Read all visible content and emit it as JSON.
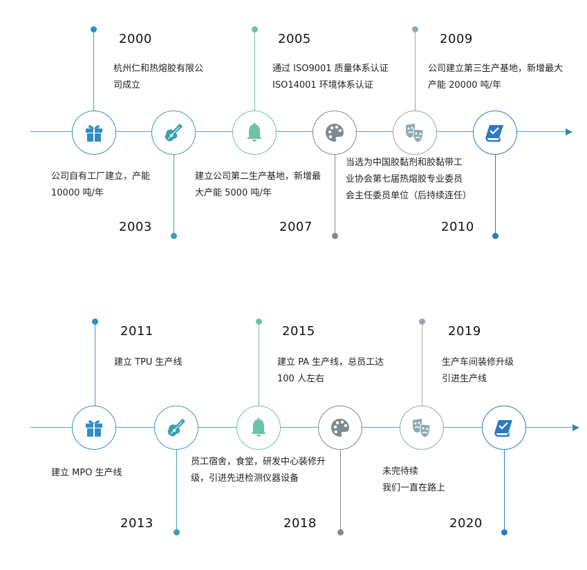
{
  "colors": {
    "teal": "#3aa0b3",
    "blue": "#2f8fc2",
    "mint": "#6cc4a4",
    "gray": "#7d8a92",
    "steel": "#8fa9b5",
    "royal": "#2a7bc2"
  },
  "timeline_1": {
    "events": [
      {
        "year": "2000",
        "desc": [
          "杭州仁和热熔胶有限公",
          "司成立"
        ],
        "icon": "gift-icon"
      },
      {
        "year": "2003",
        "desc": [
          "公司自有工厂建立，产能",
          "10000 吨/年"
        ],
        "icon": "guitar-icon"
      },
      {
        "year": "2005",
        "desc": [
          "通过 ISO9001 质量体系认证",
          "ISO14001 环境体系认证"
        ],
        "icon": "bell-icon"
      },
      {
        "year": "2007",
        "desc": [
          "建立公司第二生产基地，新增最",
          "大产能 5000 吨/年"
        ],
        "icon": "palette-icon"
      },
      {
        "year": "2009",
        "desc": [
          "公司建立第三生产基地，新增最大",
          "产能 20000 吨/年"
        ],
        "icon": "masks-icon"
      },
      {
        "year": "2010",
        "desc": [
          "当选为中国胶黏剂和胶黏带工",
          "业协会第七届热熔胶专业委员",
          "会主任委员单位（后持续连任）"
        ],
        "icon": "book-check-icon"
      }
    ]
  },
  "timeline_2": {
    "events": [
      {
        "year": "2011",
        "desc": [
          "建立 TPU 生产线"
        ],
        "icon": "gift-icon"
      },
      {
        "year": "2013",
        "desc": [
          "建立 MPO 生产线"
        ],
        "icon": "guitar-icon"
      },
      {
        "year": "2015",
        "desc": [
          "建立 PA 生产线，总员工达",
          "100 人左右"
        ],
        "icon": "bell-icon"
      },
      {
        "year": "2018",
        "desc": [
          "员工宿舍，食堂，研发中心装修升",
          "级，引进先进检测仪器设备"
        ],
        "icon": "palette-icon"
      },
      {
        "year": "2019",
        "desc": [
          "生产车间装修升级",
          "引进生产线"
        ],
        "icon": "masks-icon"
      },
      {
        "year": "2020",
        "desc": [
          "未完待续",
          "我们一直在路上"
        ],
        "icon": "book-check-icon"
      }
    ]
  }
}
